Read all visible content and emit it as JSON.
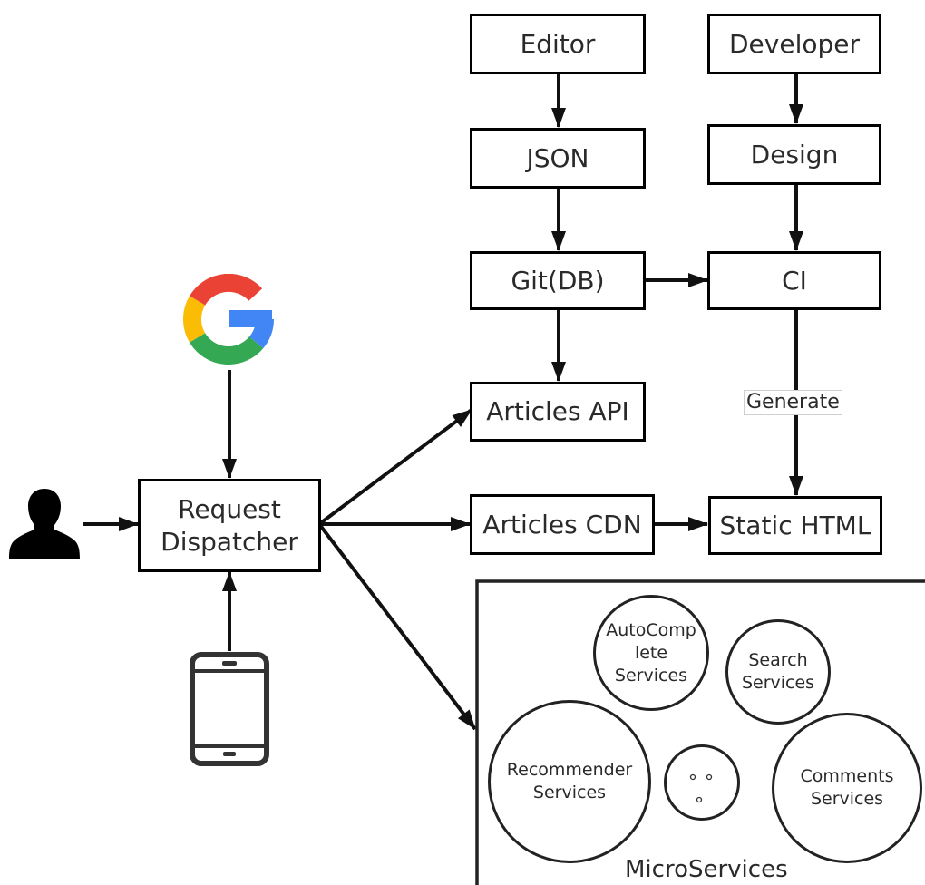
{
  "nodes": {
    "editor": "Editor",
    "developer": "Developer",
    "json": "JSON",
    "design": "Design",
    "git_db": "Git(DB)",
    "ci": "CI",
    "articles_api": "Articles API",
    "request_dispatcher": "Request\nDispatcher",
    "articles_cdn": "Articles CDN",
    "static_html": "Static HTML"
  },
  "edge_labels": {
    "generate": "Generate"
  },
  "microservices": {
    "title": "MicroServices",
    "autocomplete": "AutoComp\nlete\nServices",
    "search": "Search\nServices",
    "recommender": "Recommender\nServices",
    "comments": "Comments\nServices"
  },
  "icons": {
    "user": "user-icon",
    "google": "google-icon",
    "mobile": "smartphone-icon",
    "ellipsis": "ellipsis-dots-icon"
  },
  "colors": {
    "stroke": "#000000",
    "google_red": "#EA4335",
    "google_yellow": "#FBBC05",
    "google_green": "#34A853",
    "google_blue": "#4285F4"
  }
}
